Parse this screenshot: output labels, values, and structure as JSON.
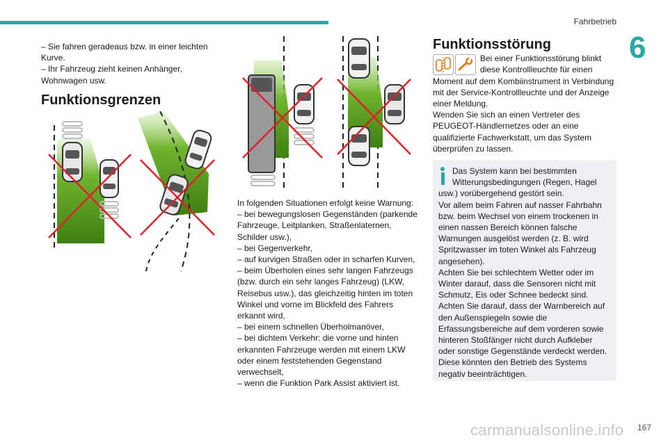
{
  "header": {
    "title": "Fahrbetrieb",
    "chapter": "6",
    "page_number": "167"
  },
  "watermark": "carmanualsonline.info",
  "col1": {
    "intro_lines": "– Sie fahren geradeaus bzw. in einer leichten Kurve.\n– Ihr Fahrzeug zieht keinen Anhänger, Wohnwagen usw.",
    "section_title": "Funktionsgrenzen"
  },
  "col2": {
    "text": "In folgenden Situationen erfolgt keine Warnung:\n– bei bewegungslosen Gegenständen (parkende Fahrzeuge, Leitplanken, Straßenlaternen, Schilder usw.),\n– bei Gegenverkehr,\n– auf kurvigen Straßen oder in scharfen Kurven,\n– beim Überholen eines sehr langen Fahrzeugs (bzw. durch ein sehr langes Fahrzeug) (LKW, Reisebus usw.), das gleichzeitig hinten im toten Winkel und vorne im Blickfeld des Fahrers erkannt wird,\n– bei einem schnellen Überholmanöver,\n– bei dichtem Verkehr: die vorne und hinten erkannten Fahrzeuge werden mit einem LKW oder einem feststehenden Gegenstand verwechselt,\n– wenn die Funktion Park Assist aktiviert ist."
  },
  "col3": {
    "section_title": "Funktionsstörung",
    "warning_icons": [
      "blind-spot-warning-icon",
      "service-wrench-icon"
    ],
    "fault_text": "Bei einer Funktionsstörung blinkt diese Kontrollleuchte für einen Moment auf dem Kombiinstrument in Verbindung mit der Service-Kontrollleuchte und der Anzeige einer Meldung.\nWenden Sie sich an einen Vertreter des PEUGEOT-Händlernetzes oder an eine qualifizierte Fachwerkstatt, um das System überprüfen zu lassen.",
    "info_text": "Das System kann bei bestimmten Witterungsbedingungen (Regen, Hagel usw.) vorübergehend gestört sein.\nVor allem beim Fahren auf nasser Fahrbahn bzw. beim Wechsel von einem trockenen in einen nassen Bereich können falsche Warnungen ausgelöst werden (z. B. wird Spritzwasser im toten Winkel als Fahrzeug angesehen).\nAchten Sie bei schlechtem Wetter oder im Winter darauf, dass die Sensoren nicht mit Schmutz, Eis oder Schnee bedeckt sind.\nAchten Sie darauf, dass der Warnbereich auf den Außenspiegeln sowie die Erfassungsbereiche auf dem vorderen sowie hinteren Stoßfänger nicht durch Aufkleber oder sonstige Gegenstände verdeckt werden. Diese könnten den Betrieb des Systems negativ beeinträchtigen."
  },
  "colors": {
    "accent": "#2aa6a6",
    "zone_green": "#5aa320",
    "cross_red": "#e0202a",
    "info_bg": "#eef0f3"
  }
}
